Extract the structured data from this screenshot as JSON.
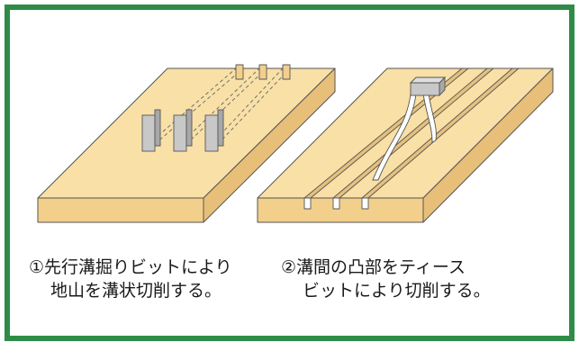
{
  "frame": {
    "border_color": "#2f8c48"
  },
  "colors": {
    "wood_top": "#f8e0a7",
    "wood_side": "#f3cf8c",
    "wood_side_dark": "#e8bf78",
    "outline": "#555555",
    "bit": "#c8c8c8",
    "bit_dark": "#a8a8a8"
  },
  "captions": {
    "step1_line1": "①先行溝掘りビットにより",
    "step1_line2": "地山を溝状切削する。",
    "step2_line1": "②溝間の凸部をティース",
    "step2_line2": "ビットにより切削する。"
  },
  "icons": {
    "left_block": "wood-block-with-trench-bits",
    "right_block": "wood-block-with-teeth-bit"
  }
}
